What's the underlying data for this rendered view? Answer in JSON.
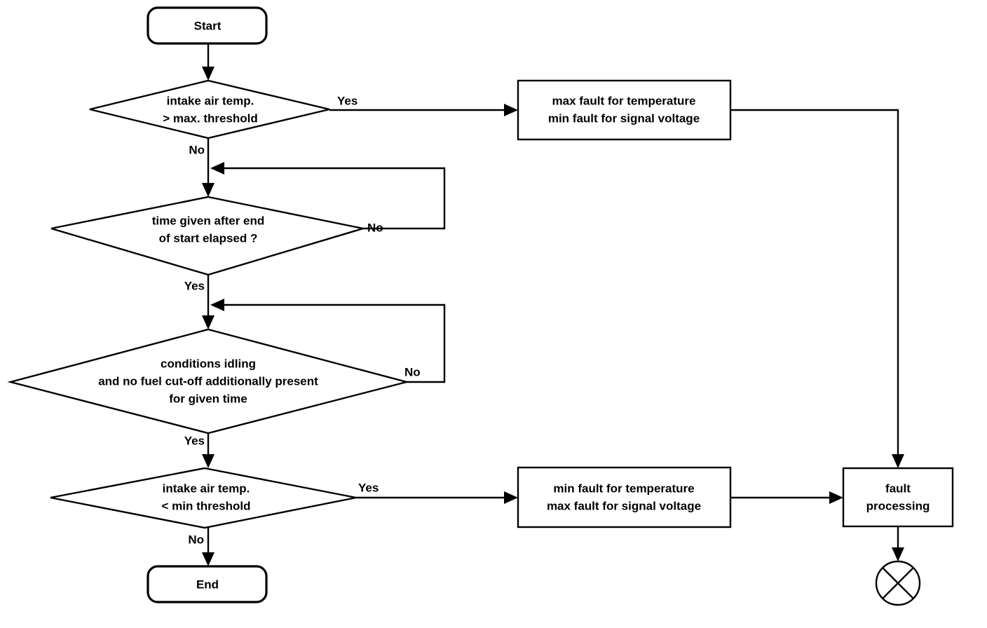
{
  "diagram": {
    "type": "flowchart",
    "title": "Intake air temperature diagnosis flowchart",
    "background_color": "#ffffff",
    "line_color": "#000000",
    "text_color": "#000000"
  },
  "nodes": {
    "start": {
      "label": "Start",
      "shape": "terminator"
    },
    "decision_max_temp": {
      "shape": "decision",
      "line1": "intake air temp.",
      "line2": "> max. threshold"
    },
    "box_max_fault": {
      "shape": "process",
      "line1": "max fault for temperature",
      "line2": "min fault for signal voltage"
    },
    "decision_time_elapsed": {
      "shape": "decision",
      "line1": "time given after end",
      "line2": "of start elapsed ?"
    },
    "decision_conditions_idling": {
      "shape": "decision",
      "line1": "conditions idling",
      "line2": "and no fuel cut-off additionally present",
      "line3": "for given time"
    },
    "decision_min_temp": {
      "shape": "decision",
      "line1": "intake air temp.",
      "line2": "< min  threshold"
    },
    "box_min_fault": {
      "shape": "process",
      "line1": "min fault for temperature",
      "line2": "max fault for signal voltage"
    },
    "box_fault_processing": {
      "shape": "process",
      "line1": "fault",
      "line2": "processing"
    },
    "end": {
      "label": "End",
      "shape": "terminator"
    },
    "off_page_connector": {
      "shape": "circle-cross",
      "label": ""
    }
  },
  "edge_labels": {
    "max_temp_yes": "Yes",
    "max_temp_no": "No",
    "time_elapsed_no": "No",
    "time_elapsed_yes": "Yes",
    "conditions_no": "No",
    "conditions_yes": "Yes",
    "min_temp_yes": "Yes",
    "min_temp_no": "No"
  }
}
